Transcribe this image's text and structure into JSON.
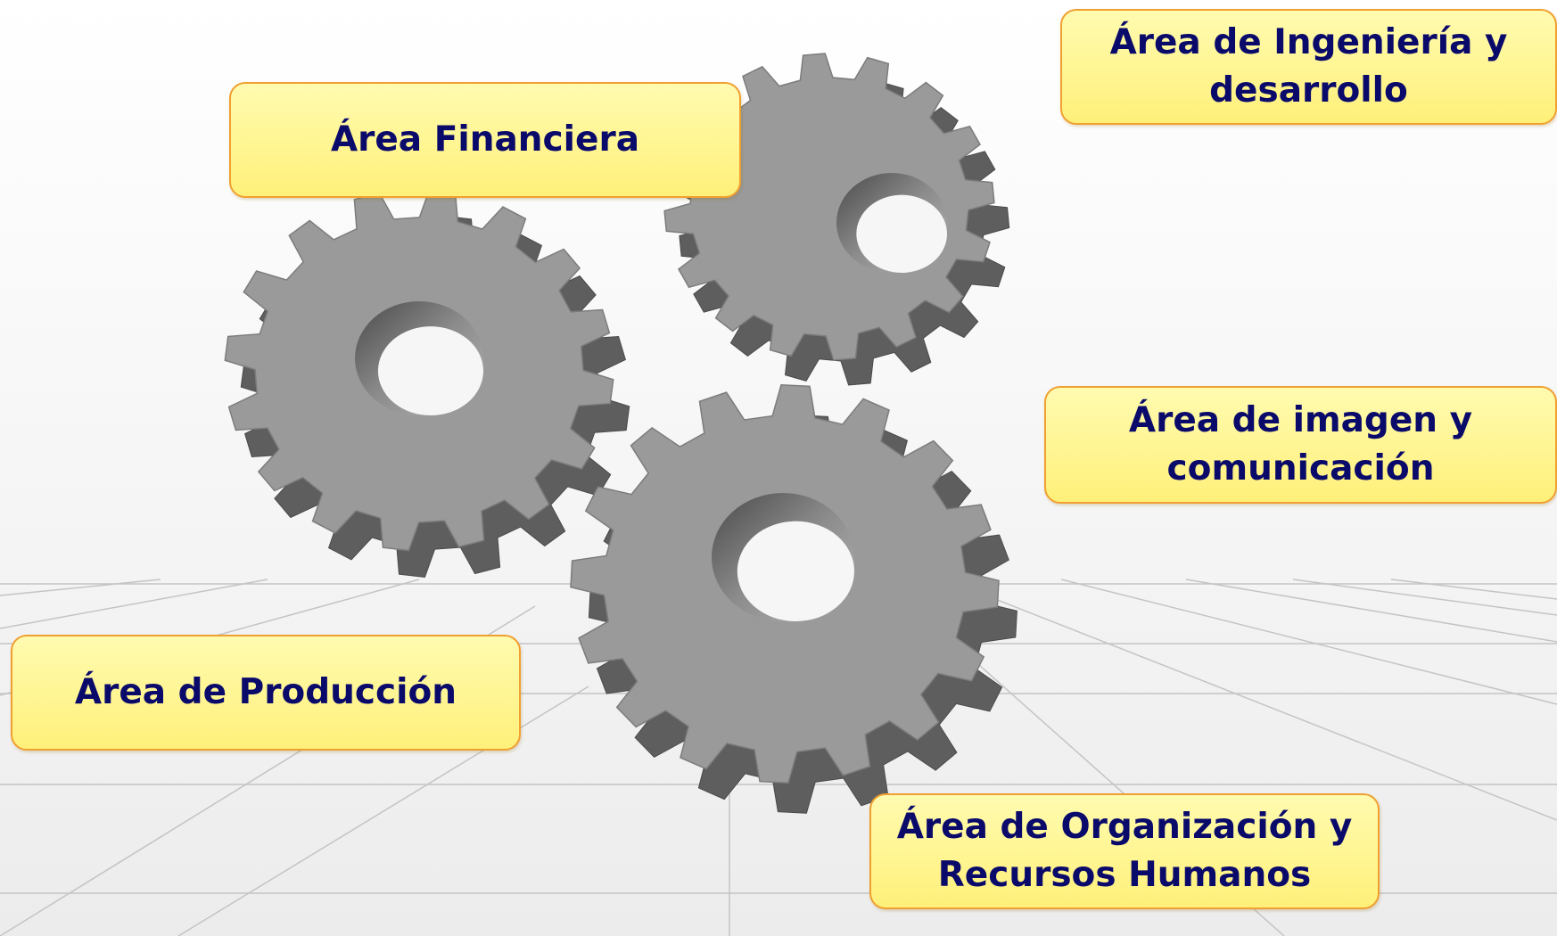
{
  "diagram": {
    "boxes": {
      "financiera": [
        "Área Financiera"
      ],
      "ingenieria": [
        "Área de Ingeniería y",
        "desarrollo"
      ],
      "imagen": [
        "Área de imagen y",
        "comunicación"
      ],
      "produccion": [
        "Área de Producción"
      ],
      "organizacion": [
        "Área de Organización y",
        "Recursos Humanos"
      ]
    },
    "colors": {
      "box_fill": "#fff59a",
      "box_border": "#f0a030",
      "text": "#0a0a6a",
      "gear_face": "#9a9a9a",
      "gear_side": "#5e5e5e",
      "floor_lines": "#c4c4c4"
    },
    "gears": [
      {
        "name": "gear-left",
        "teeth": 16
      },
      {
        "name": "gear-top-right",
        "teeth": 16
      },
      {
        "name": "gear-bottom-center",
        "teeth": 16
      }
    ]
  }
}
